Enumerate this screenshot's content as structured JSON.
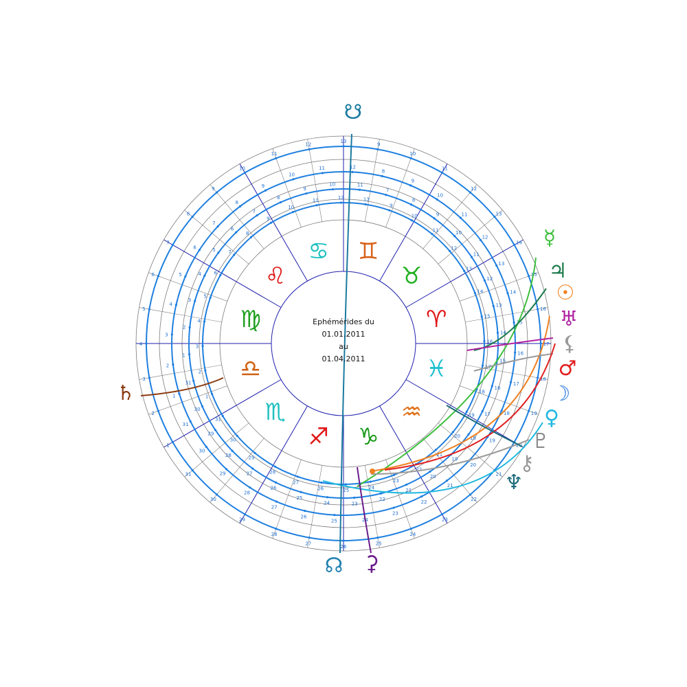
{
  "caption": {
    "line1": "Ephémérides du",
    "line2": "01.01.2011",
    "line3": "au",
    "line4": "01.04.2011"
  },
  "colors": {
    "ring_line": "#7a7a7a",
    "cusp_line": "#1f1fae",
    "day_track": "#1e7fe0",
    "text_blue": "#1e6fd0"
  },
  "signs": [
    {
      "name": "gemini",
      "glyph": "♊",
      "color": "#d8621a"
    },
    {
      "name": "taurus",
      "glyph": "♉",
      "color": "#20b020"
    },
    {
      "name": "aries",
      "glyph": "♈",
      "color": "#e01818"
    },
    {
      "name": "pisces",
      "glyph": "♓",
      "color": "#20c0d0"
    },
    {
      "name": "aquarius",
      "glyph": "♒",
      "color": "#e07018"
    },
    {
      "name": "capricorn",
      "glyph": "♑",
      "color": "#1a9a1a"
    },
    {
      "name": "sagittarius",
      "glyph": "♐",
      "color": "#e01818"
    },
    {
      "name": "scorpio",
      "glyph": "♏",
      "color": "#20c0c0"
    },
    {
      "name": "libra",
      "glyph": "♎",
      "color": "#d06010"
    },
    {
      "name": "virgo",
      "glyph": "♍",
      "color": "#20a020"
    },
    {
      "name": "leo",
      "glyph": "♌",
      "color": "#e01818"
    },
    {
      "name": "cancer",
      "glyph": "♋",
      "color": "#20c0c0"
    }
  ],
  "planets": [
    {
      "name": "mercury",
      "glyph": "☿",
      "color": "#3cbf3c"
    },
    {
      "name": "jupiter",
      "glyph": "♃",
      "color": "#1b7a4a"
    },
    {
      "name": "sun",
      "glyph": "☉",
      "color": "#f08020"
    },
    {
      "name": "uranus",
      "glyph": "♅",
      "color": "#b020a0"
    },
    {
      "name": "lilith",
      "glyph": "⚸",
      "color": "#9a9a9a"
    },
    {
      "name": "mars",
      "glyph": "♂",
      "color": "#e02020"
    },
    {
      "name": "moon",
      "glyph": "☽",
      "color": "#2a7ae0"
    },
    {
      "name": "venus",
      "glyph": "♀",
      "color": "#20b8e0"
    },
    {
      "name": "pluto",
      "glyph": "♇",
      "color": "#8a8a8a"
    },
    {
      "name": "chiron",
      "glyph": "⚷",
      "color": "#9a9a9a"
    },
    {
      "name": "neptune",
      "glyph": "♆",
      "color": "#1a6a7a"
    },
    {
      "name": "north-node",
      "glyph": "☊",
      "color": "#2080b0"
    },
    {
      "name": "ceres",
      "glyph": "⚳",
      "color": "#6a1a8a"
    },
    {
      "name": "saturn",
      "glyph": "♄",
      "color": "#8a3a10"
    },
    {
      "name": "south-node",
      "glyph": "☋",
      "color": "#1a7aa0"
    }
  ],
  "ring_day_labels": {
    "r1": [
      "9",
      "10",
      "11",
      "12",
      "13",
      "14",
      "15",
      "16",
      "17",
      "18",
      "19",
      "20",
      "21",
      "22",
      "23",
      "24",
      "25",
      "26",
      "27",
      "28",
      "29",
      "30",
      "31",
      "1",
      "2",
      "3",
      "4",
      "5",
      "6",
      "7",
      "8",
      "9",
      "10",
      "11",
      "12",
      "13"
    ],
    "r2": [
      "8",
      "9",
      "10",
      "11",
      "12",
      "13",
      "14",
      "15",
      "16",
      "17",
      "18",
      "19",
      "20",
      "21",
      "22",
      "23",
      "24",
      "25",
      "26",
      "27",
      "28",
      "29",
      "30",
      "31",
      "1",
      "2",
      "3",
      "4",
      "5",
      "6",
      "7",
      "8",
      "9",
      "10",
      "11",
      "12"
    ],
    "r3": [
      "7",
      "8",
      "9",
      "10",
      "11",
      "12",
      "13",
      "14",
      "15",
      "16",
      "17",
      "18",
      "19",
      "20",
      "21",
      "22",
      "23",
      "24",
      "25",
      "26",
      "27",
      "28",
      "29",
      "30",
      "31",
      "1",
      "2",
      "3",
      "4",
      "5",
      "6",
      "7",
      "8",
      "9",
      "10",
      "11"
    ],
    "r4": [
      "9",
      "10",
      "11",
      "12",
      "13",
      "14",
      "15",
      "16",
      "17",
      "18",
      "19",
      "20",
      "21",
      "22",
      "23",
      "24",
      "25",
      "26",
      "27",
      "28",
      "29",
      "30",
      "31",
      "1",
      "2",
      "3",
      "4",
      "5",
      "6",
      "7",
      "8",
      "9",
      "10",
      "11",
      "12",
      "13"
    ]
  }
}
